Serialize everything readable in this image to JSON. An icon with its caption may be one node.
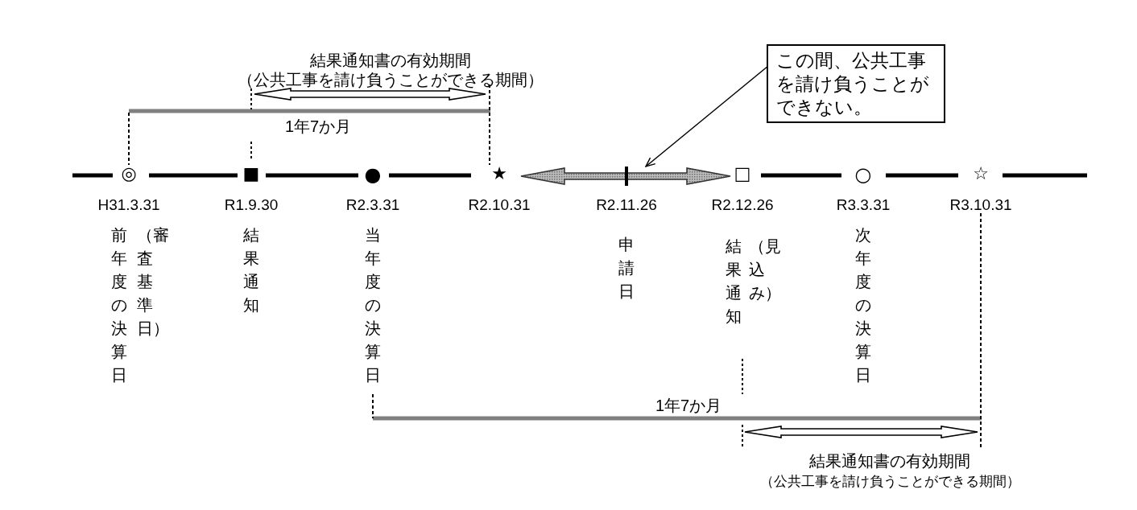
{
  "diagram": {
    "nodes": [
      {
        "text": [
          "この間、公共工事を請け負うことができない。"
        ]
      },
      {
        "text": [],
        "shape": "bar"
      }
    ],
    "edges": [
      {
        "from": 0,
        "to": 1,
        "arrow": "to"
      }
    ],
    "labels": [
      "結果通知書の有効期間",
      "（公共工事を請け負うことができる期間）",
      "1年7か月",
      "◎",
      "■",
      "●",
      "★",
      "□",
      "○",
      "☆",
      "H31.3.31",
      "R1.9.30",
      "R2.3.31",
      "R2.10.31",
      "R2.11.26",
      "R2.12.26",
      "R3.3.31",
      "R3.10.31",
      "前年度の決算日",
      "（審査基準日）",
      "結果通知",
      "当年度の決算日",
      "申請日",
      "結果通知",
      "（見込み）",
      "次年度の決算日",
      "1年7か月",
      "結果通知書の有効期間",
      "（公共工事を請け負うことができる期間）"
    ]
  }
}
